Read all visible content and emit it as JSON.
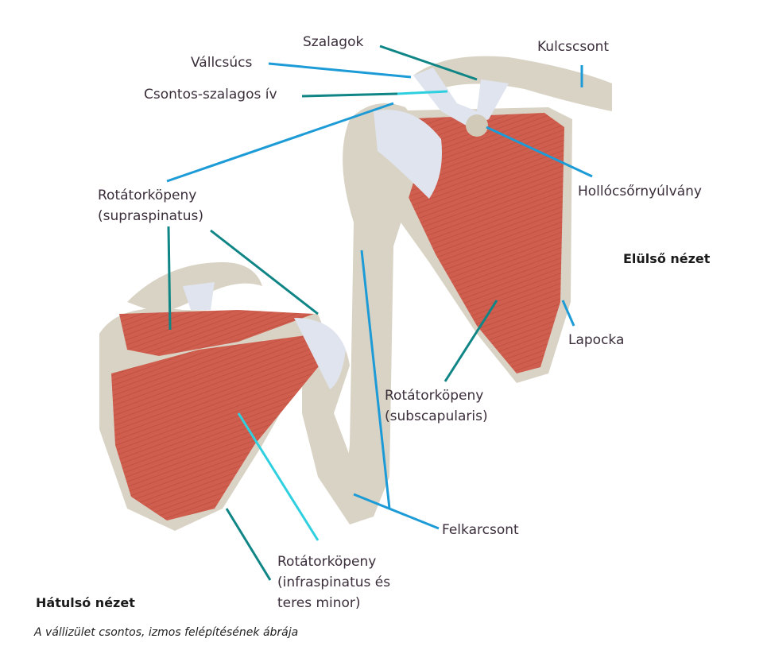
{
  "labels": {
    "szalagok": "Szalagok",
    "vallcsucs": "Vállcsúcs",
    "csontos_szalagos_iv": "Csontos-szalagos ív",
    "kulcscsont": "Kulcscsont",
    "supraspinatus_1": "Rotátorköpeny",
    "supraspinatus_2": "(supraspinatus)",
    "hollocsornyulvany": "Hollócsőrnyúlvány",
    "elulso_nezet": "Elülső nézet",
    "lapocka": "Lapocka",
    "subscapularis_1": "Rotátorköpeny",
    "subscapularis_2": "(subscapularis)",
    "felkarcsont": "Felkarcsont",
    "infraspinatus_1": "Rotátorköpeny",
    "infraspinatus_2": "(infraspinatus és",
    "infraspinatus_3": "teres minor)",
    "hatulso_nezet": "Hátulsó nézet"
  },
  "caption": "A vállizület csontos, izmos felépítésének ábrája",
  "colors": {
    "muscle": "#cf5e4e",
    "bone": "#d9d3c5",
    "ligament": "#dfe4ee",
    "line_blue": "#1d9bd6",
    "line_teal": "#0f8586",
    "line_cyan": "#2ed0e0"
  }
}
